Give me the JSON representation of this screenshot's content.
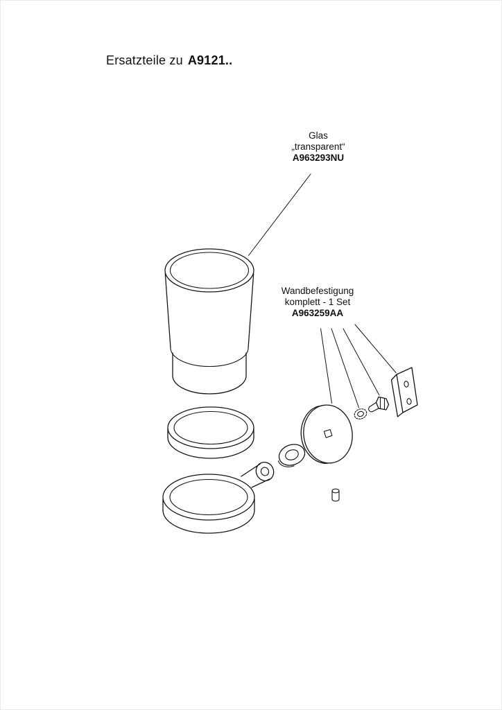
{
  "title": {
    "prefix": "Ersatzteile zu",
    "code": "A9121.."
  },
  "labels": {
    "glass": {
      "name": "Glas",
      "variant": "„transparent“",
      "part_number": "A963293NU"
    },
    "wall_mount": {
      "name": "Wandbefestigung",
      "qty": "komplett  - 1 Set",
      "part_number": "A963259AA"
    }
  },
  "colors": {
    "line": "#141414",
    "background": "#ffffff"
  }
}
